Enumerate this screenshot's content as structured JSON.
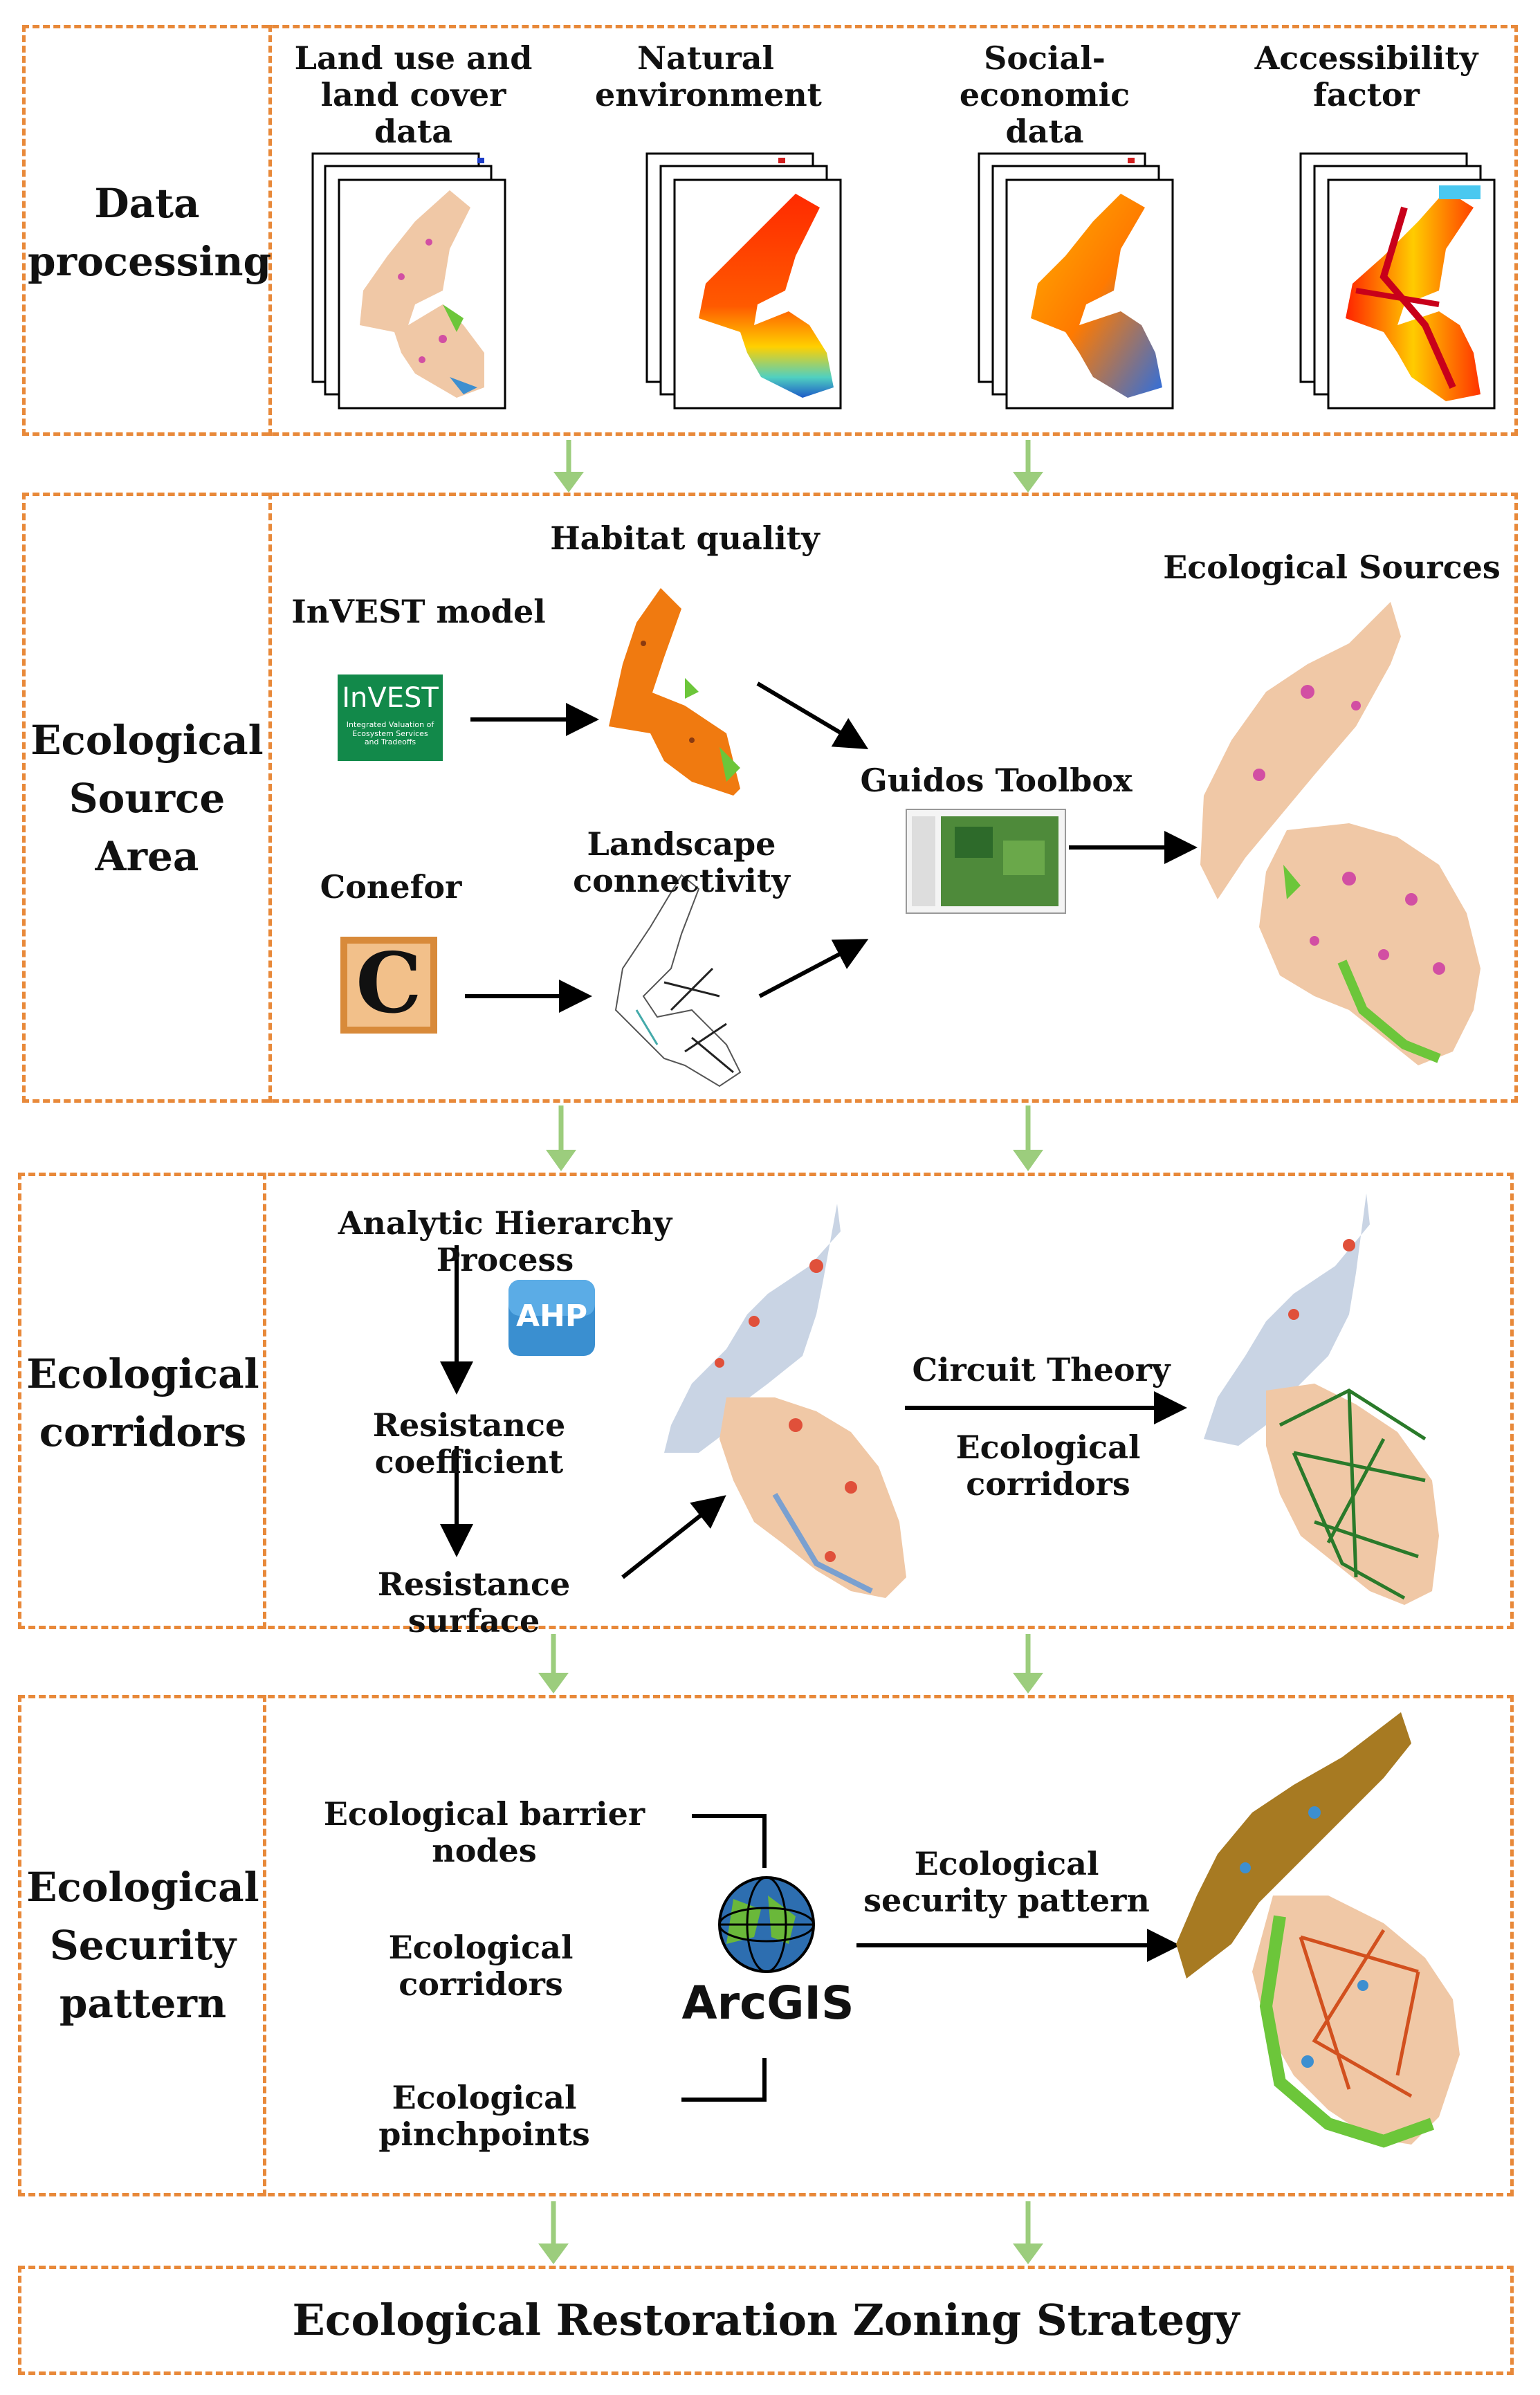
{
  "stages": [
    {
      "id": "data-processing",
      "title": "Data\nprocessing"
    },
    {
      "id": "ecological-source-area",
      "title": "Ecological\nSource\nArea"
    },
    {
      "id": "ecological-corridors",
      "title": "Ecological\ncorridors"
    },
    {
      "id": "ecological-security-pattern",
      "title": "Ecological\nSecurity\npattern"
    }
  ],
  "data_processing": {
    "items": [
      "Land use and\nland cover data",
      "Natural\nenvironment",
      "Social-economic\ndata",
      "Accessibility\nfactor"
    ]
  },
  "source_area": {
    "invest_model": "InVEST model",
    "invest_logo": "InVEST",
    "invest_logo_sub": "Integrated Valuation of\nEcosystem Services\nand Tradeoffs",
    "habitat_quality": "Habitat quality",
    "conefor": "Conefor",
    "conefor_logo": "C",
    "landscape_connectivity": "Landscape connectivity",
    "guidos": "Guidos Toolbox",
    "ecological_sources": "Ecological Sources"
  },
  "corridors": {
    "ahp": "Analytic Hierarchy Process",
    "ahp_logo": "AHP",
    "resistance_coefficient": "Resistance coefficient",
    "resistance_surface": "Resistance surface",
    "circuit_theory": "Circuit Theory",
    "ecological_corridors": "Ecological\ncorridors"
  },
  "security": {
    "barrier_nodes": "Ecological barrier nodes",
    "corridors": "Ecological corridors",
    "pinchpoints": "Ecological pinchpoints",
    "arcgis": "ArcGIS",
    "pattern": "Ecological\nsecurity pattern"
  },
  "final": {
    "title": "Ecological Restoration Zoning Strategy"
  },
  "colors": {
    "dash": "#e8893a",
    "arrow_green": "#9ccd7d",
    "land_beige": "#f0c8a6",
    "urban_pink": "#d24fa3",
    "green_patch": "#6cc63a",
    "habitat_orange": "#f07a10",
    "brown": "#a77a22",
    "blue": "#3d8fd0"
  }
}
